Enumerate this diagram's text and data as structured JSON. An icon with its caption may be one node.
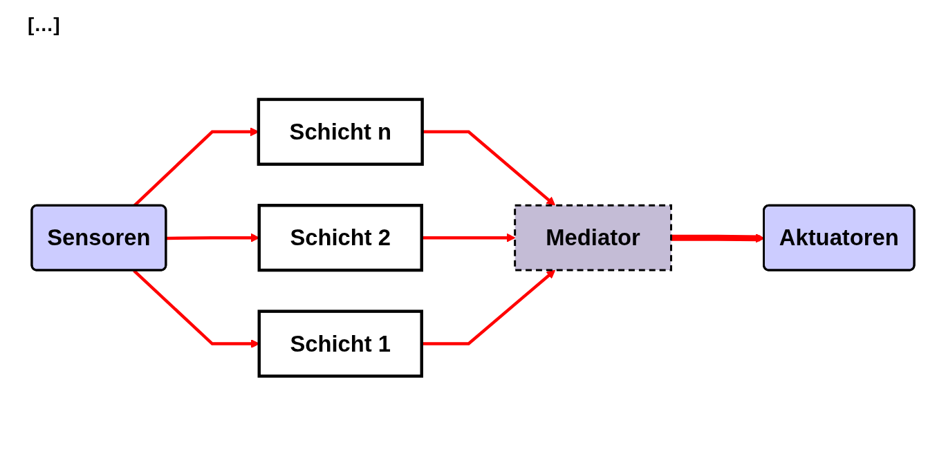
{
  "diagram": {
    "nodes": [
      {
        "text": [
          "Sensoren"
        ]
      },
      {
        "text": [
          "Schicht n"
        ]
      },
      {
        "text": [
          "Schicht 2"
        ]
      },
      {
        "text": [
          "Schicht 1"
        ]
      },
      {
        "text": [
          "Mediator"
        ]
      },
      {
        "text": [
          "Aktuatoren"
        ]
      }
    ],
    "edges": [
      {
        "from": 0,
        "to": 1,
        "arrow": "to"
      },
      {
        "from": 0,
        "to": 2,
        "arrow": "to"
      },
      {
        "from": 0,
        "to": 3,
        "arrow": "to"
      },
      {
        "from": 1,
        "to": 4,
        "arrow": "to"
      },
      {
        "from": 2,
        "to": 4,
        "arrow": "to"
      },
      {
        "from": 3,
        "to": 4,
        "arrow": "to"
      },
      {
        "from": 4,
        "to": 5,
        "arrow": "to",
        "style": "thick"
      }
    ],
    "labels": [
      "[…]"
    ]
  }
}
